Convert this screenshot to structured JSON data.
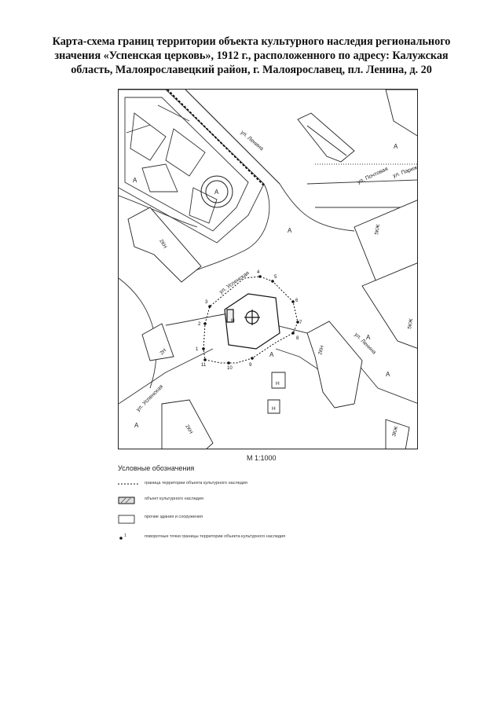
{
  "title": {
    "line1": "Карта-схема границ территории объекта культурного наследия регионального",
    "line2": "значения «Успенская церковь», 1912 г., расположенного по адресу: Калужская",
    "line3": "область, Малоярославецкий район, г. Малоярославец, пл. Ленина, д. 20"
  },
  "map": {
    "streets": {
      "lenina_top": "ул. Ленина",
      "pochtovaya": "ул. Почтовая",
      "parizhskaya": "ул. Парижс",
      "uspenskaya_mid": "ул. Успенская",
      "lenina_bottom": "ул. Ленина",
      "uspenskaya_bottom": "ул. Успенская"
    },
    "road_marks": [
      "А",
      "А",
      "А",
      "А",
      "А",
      "А",
      "А"
    ],
    "monument_mark": "А",
    "building_labels": [
      "2КН",
      "5КЖ",
      "5КЖ",
      "2Н",
      "2КН",
      "2КН",
      "3КЖ",
      "Н",
      "Н",
      "Н"
    ],
    "boundary_points": [
      "1",
      "2",
      "3",
      "4",
      "5",
      "6",
      "7",
      "8",
      "9",
      "10",
      "11"
    ]
  },
  "scale": "М 1:1000",
  "legend": {
    "title": "Условные обозначения",
    "items": [
      {
        "label": "граница территории объекта культурного наследия"
      },
      {
        "label": "объект культурного наследия"
      },
      {
        "label": "прочие здания и сооружения"
      },
      {
        "marker": "1",
        "label": "поворотные точки границы территории объекта культурного наследия"
      }
    ]
  }
}
